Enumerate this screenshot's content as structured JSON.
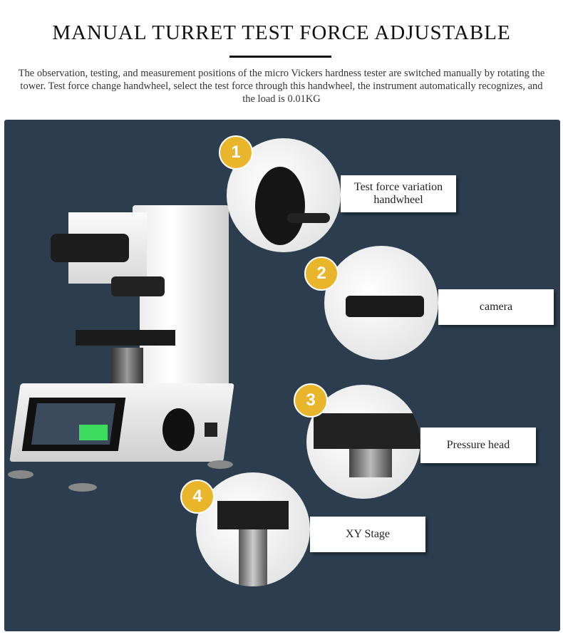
{
  "header": {
    "title": "MANUAL TURRET TEST FORCE ADJUSTABLE",
    "description": "The observation, testing, and measurement positions of the micro Vickers hardness tester are switched manually by rotating the tower. Test force change handwheel, select the test force through this handwheel, the instrument automatically recognizes, and the load is 0.01KG"
  },
  "callouts": [
    {
      "number": "1",
      "label": "Test force variation handwheel"
    },
    {
      "number": "2",
      "label": "camera"
    },
    {
      "number": "3",
      "label": "Pressure head"
    },
    {
      "number": "4",
      "label": "XY Stage"
    }
  ],
  "colors": {
    "panel": "#2b3d4f",
    "badge": "#e9b52a"
  }
}
